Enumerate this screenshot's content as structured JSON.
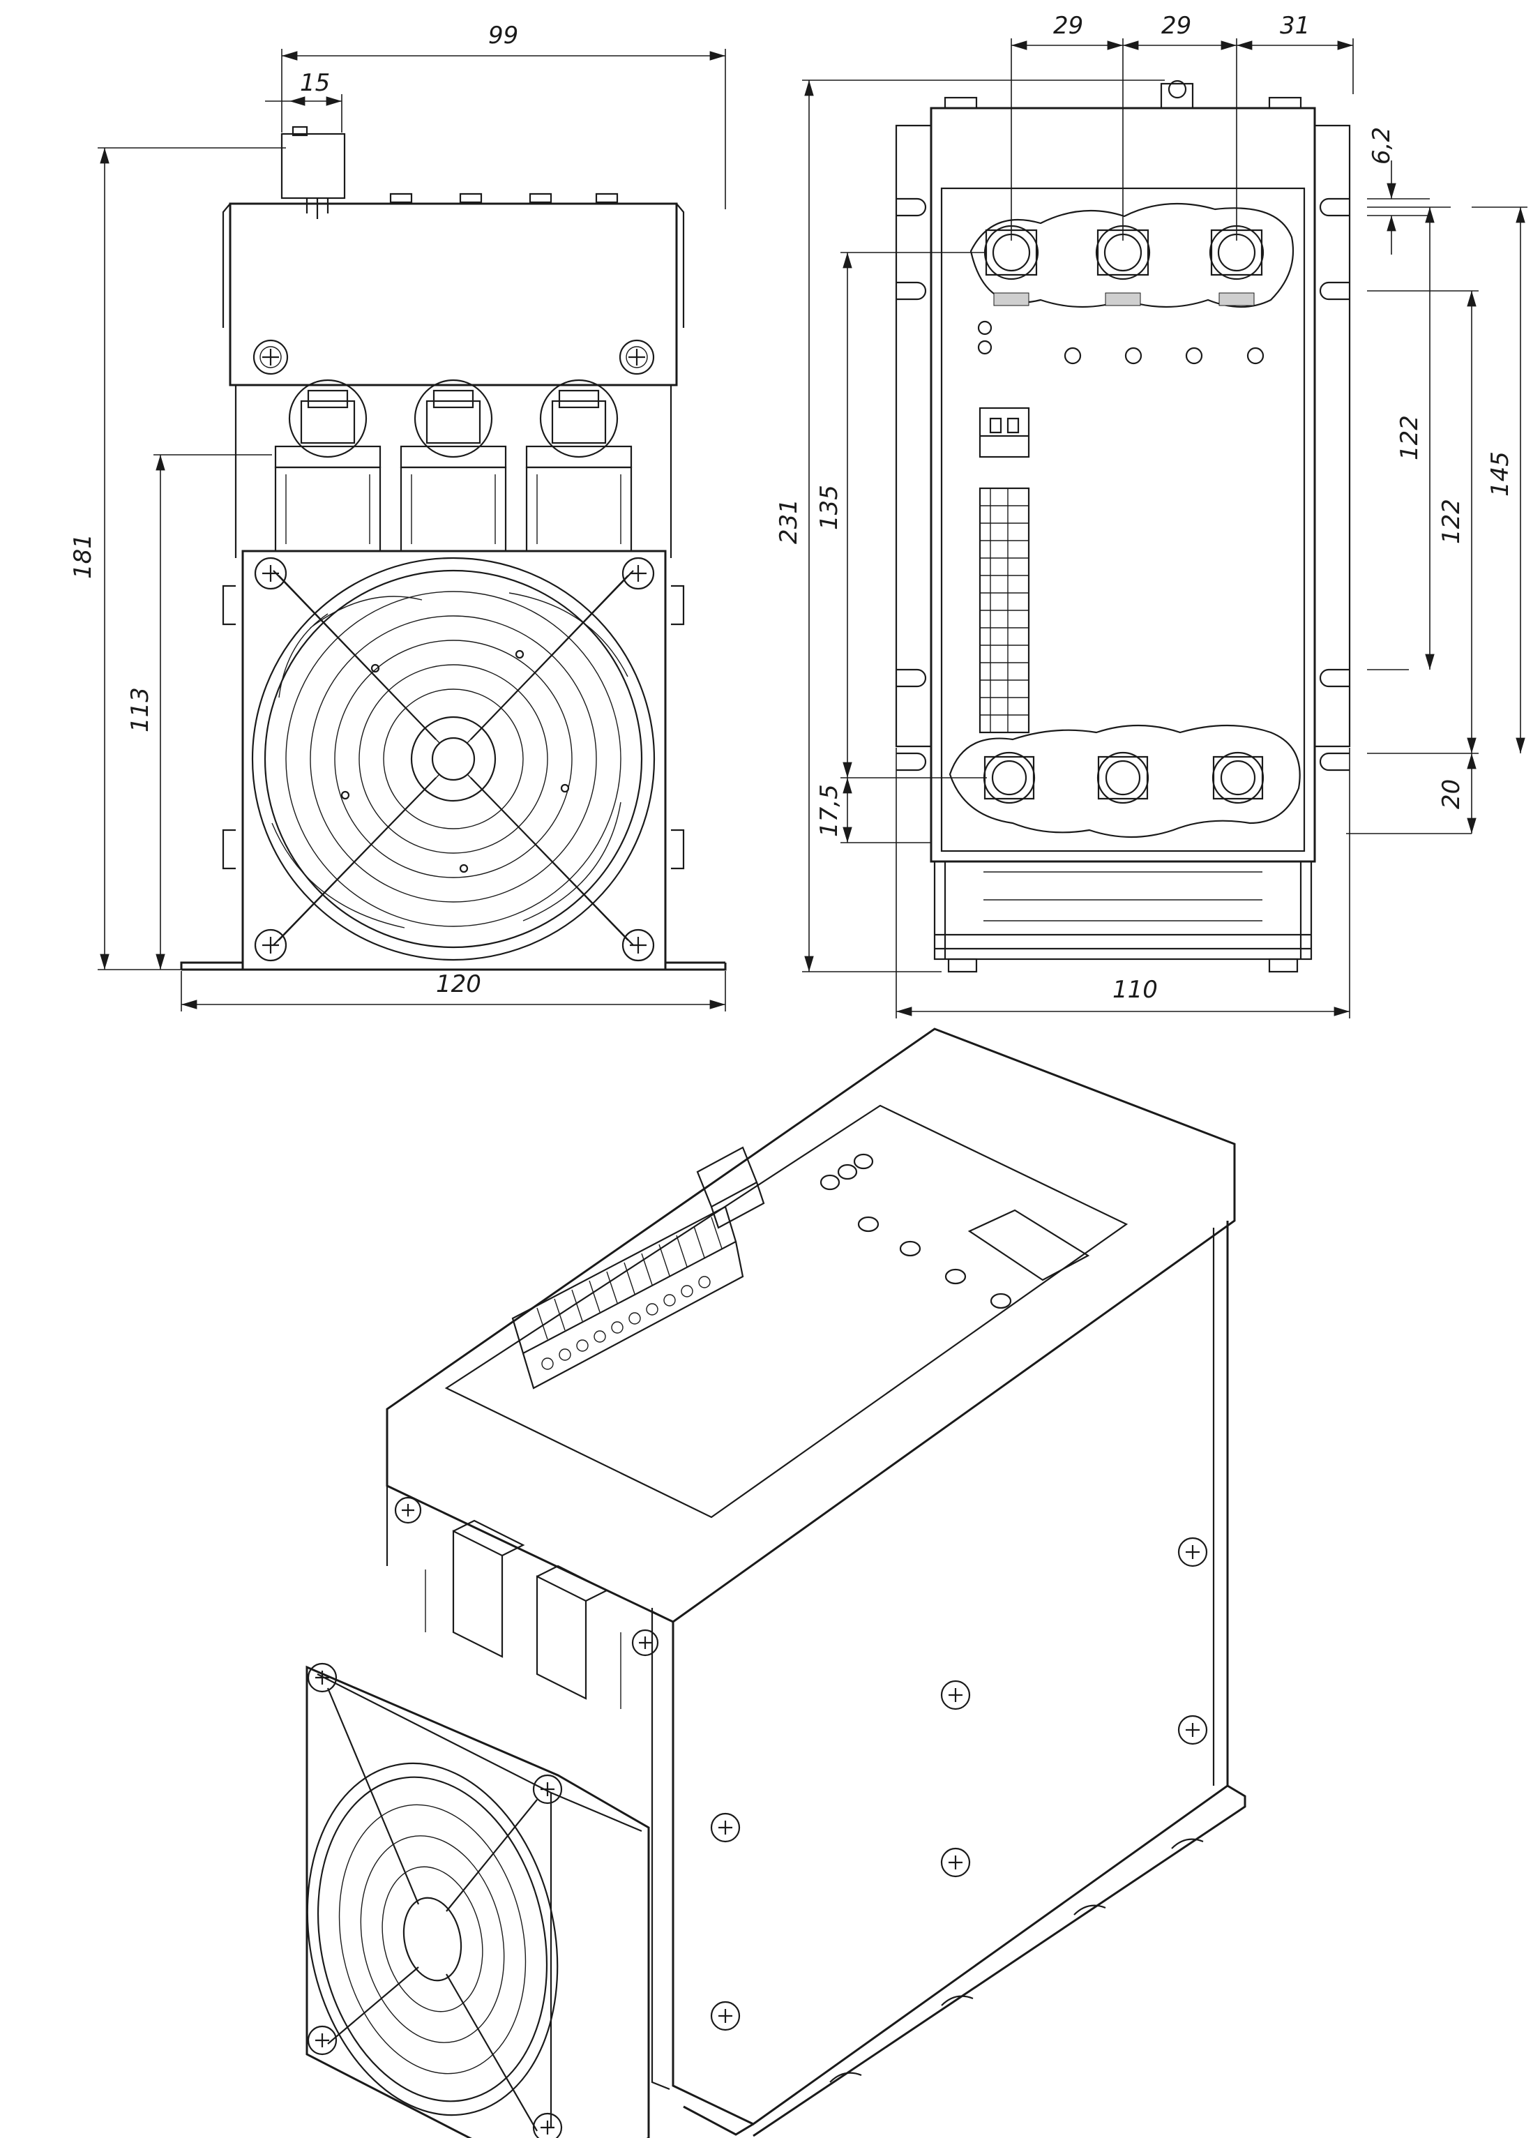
{
  "colors": {
    "line": "#1a1a1a",
    "background": "#ffffff",
    "hatch": "#cfcfcf"
  },
  "views": {
    "front": {
      "dims": {
        "width_top": "99",
        "terminal_offset": "15",
        "height_total": "181",
        "height_mount": "113",
        "width_base": "120"
      }
    },
    "top": {
      "dims": {
        "pitch_1": "29",
        "pitch_2": "29",
        "edge_offset": "31",
        "slot_width": "6,2",
        "mount_pitch_a": "122",
        "mount_pitch_b": "122",
        "overall_pitch": "145",
        "length_total": "231",
        "terminal_span": "135",
        "bottom_offset_left": "17,5",
        "bottom_offset_right": "20",
        "width": "110"
      }
    },
    "iso": {}
  }
}
